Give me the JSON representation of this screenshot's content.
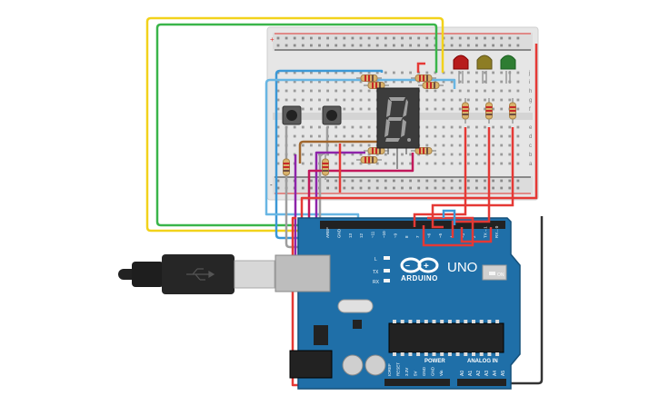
{
  "board": {
    "brand_label": "ARDUINO",
    "model_label": "UNO",
    "power_header_label": "POWER",
    "analog_header_label": "ANALOG IN",
    "on_led_label": "ON",
    "l_led_label": "L",
    "tx_label": "TX",
    "rx_label": "RX",
    "power_pins": [
      "IOREF",
      "RESET",
      "3.3V",
      "5V",
      "GND",
      "GND",
      "Vin"
    ],
    "analog_pins": [
      "A0",
      "A1",
      "A2",
      "A3",
      "A4",
      "A5"
    ],
    "digital_pins": [
      "AREF",
      "GND",
      "13",
      "12",
      "~11",
      "~10",
      "~9",
      "8",
      "7",
      "~6",
      "~5",
      "4",
      "~3",
      "2",
      "TX→1",
      "RX←0"
    ]
  },
  "breadboard": {
    "row_letters_top": [
      "j",
      "i",
      "h",
      "g",
      "f"
    ],
    "row_letters_bottom": [
      "e",
      "d",
      "c",
      "b",
      "a"
    ],
    "rail_plus": "+",
    "rail_minus": "-"
  },
  "display": {
    "digit": "8"
  },
  "colors": {
    "arduino_blue": "#1f6fa8",
    "breadboard": "#e6e6e6",
    "wire_red": "#e53935",
    "wire_yellow": "#f2d21b",
    "wire_green": "#3ab54a",
    "wire_blue": "#3b98d6",
    "wire_purple": "#8e24aa",
    "wire_brown": "#a0662c",
    "wire_gray": "#9e9e9e",
    "wire_black": "#333333",
    "led_red": "#b71c1c",
    "led_yellow": "#8d7d24",
    "led_green": "#2e7d32"
  }
}
